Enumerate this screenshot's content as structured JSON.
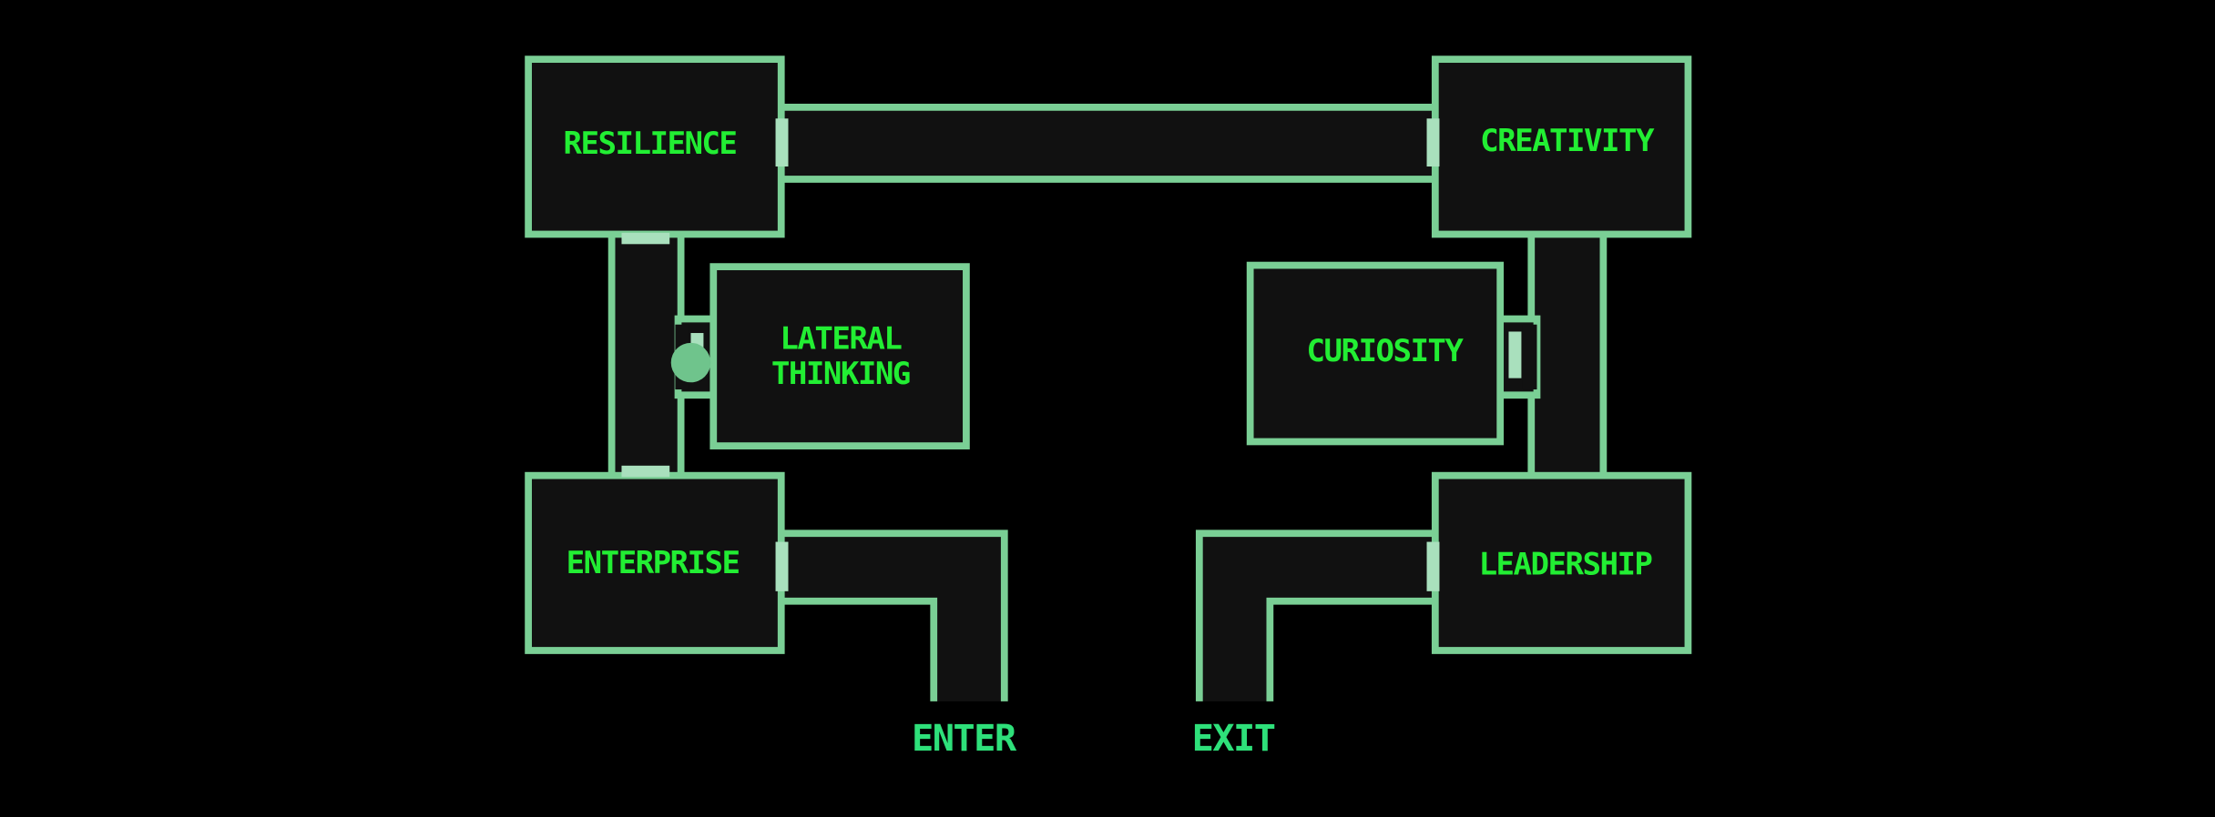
{
  "rooms": {
    "resilience": "RESILIENCE",
    "creativity": "CREATIVITY",
    "lateral_line1": "LATERAL",
    "lateral_line2": "THINKING",
    "curiosity": "CURIOSITY",
    "enterprise": "ENTERPRISE",
    "leadership": "LEADERSHIP"
  },
  "gates": {
    "enter": "ENTER",
    "exit": "EXIT"
  },
  "colors": {
    "wall": "#7acf95",
    "floor": "#111111",
    "label": "#22ee33",
    "door": "#a9e0bd",
    "player": "#6fc48c"
  }
}
